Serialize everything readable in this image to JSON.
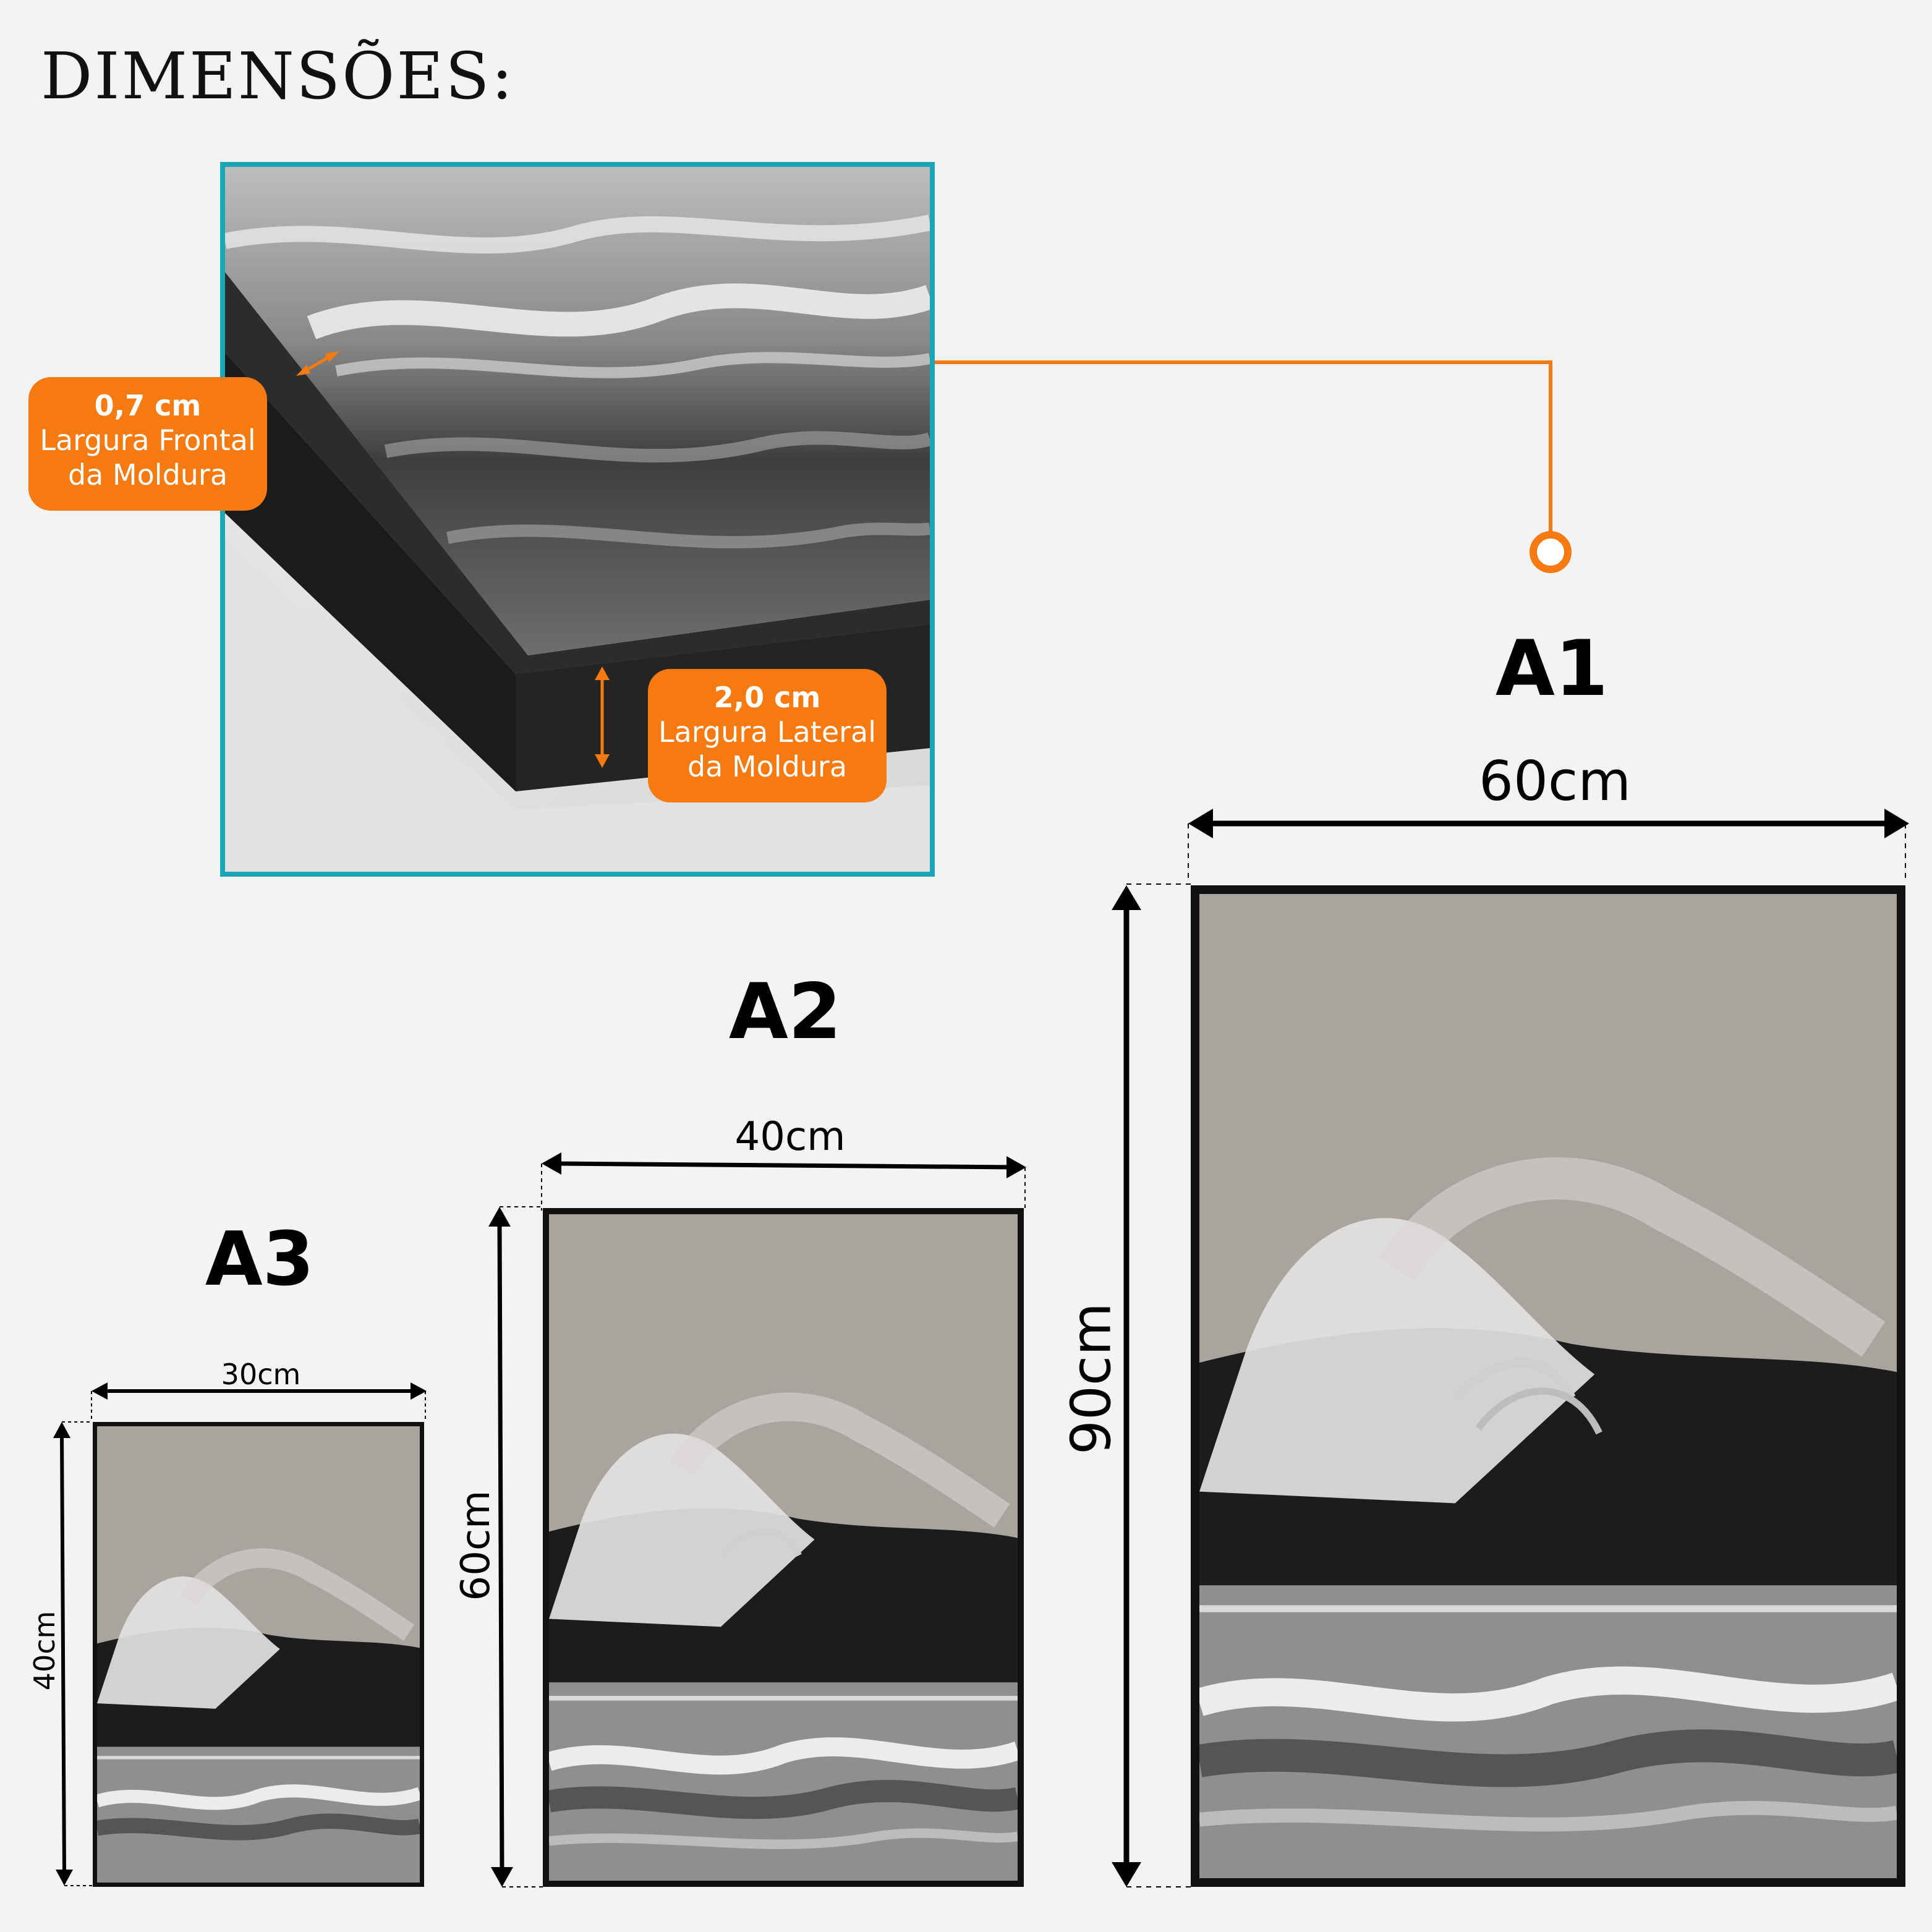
{
  "header": {
    "title": "DIMENSÕES:"
  },
  "detail": {
    "front": {
      "value": "0,7 cm",
      "line1": "Largura Frontal",
      "line2": "da Moldura"
    },
    "side": {
      "value": "2,0 cm",
      "line1": "Largura Lateral",
      "line2": "da Moldura"
    }
  },
  "sizes": [
    {
      "name": "A3",
      "width": "30cm",
      "height": "40cm"
    },
    {
      "name": "A2",
      "width": "40cm",
      "height": "60cm"
    },
    {
      "name": "A1",
      "width": "60cm",
      "height": "90cm"
    }
  ],
  "colors": {
    "accent": "#f47a11",
    "detail_border": "#1aa6b6",
    "frame": "#111111",
    "background": "#f3f3f3"
  }
}
